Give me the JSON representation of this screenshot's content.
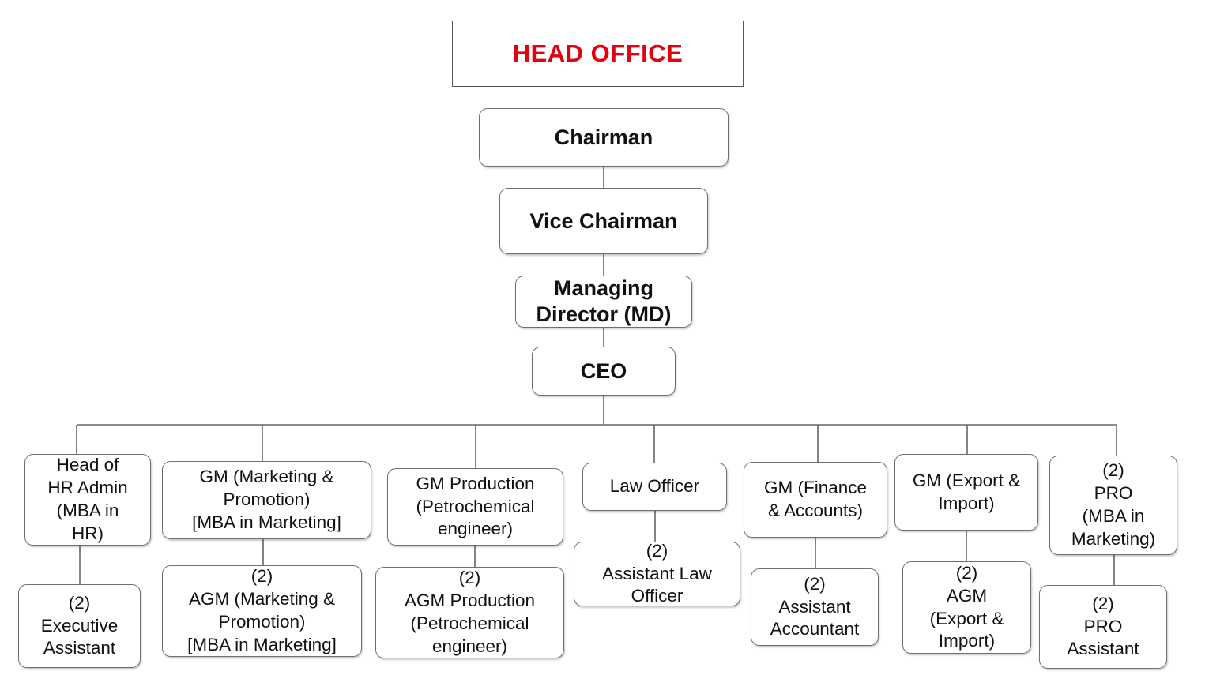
{
  "title": "HEAD OFFICE",
  "title_color": "#e3000f",
  "executives": {
    "chairman": "Chairman",
    "vice_chairman": "Vice Chairman",
    "md": "Managing\nDirector (MD)",
    "ceo": "CEO"
  },
  "departments": [
    {
      "head": "Head of\nHR Admin\n(MBA in\nHR)",
      "sub": "(2)\nExecutive\nAssistant"
    },
    {
      "head": "GM (Marketing &\nPromotion)\n[MBA in Marketing]",
      "sub": "(2)\nAGM (Marketing &\nPromotion)\n[MBA in Marketing]"
    },
    {
      "head": "GM Production\n(Petrochemical\nengineer)",
      "sub": "(2)\nAGM Production\n(Petrochemical\nengineer)"
    },
    {
      "head": "Law Officer",
      "sub": "(2)\nAssistant Law\nOfficer"
    },
    {
      "head": "GM (Finance\n& Accounts)",
      "sub": "(2)\nAssistant\nAccountant"
    },
    {
      "head": "GM (Export &\nImport)",
      "sub": "(2)\nAGM\n(Export &\nImport)"
    },
    {
      "head": "(2)\nPRO\n(MBA in\nMarketing)",
      "sub": "(2)\nPRO\nAssistant"
    }
  ]
}
